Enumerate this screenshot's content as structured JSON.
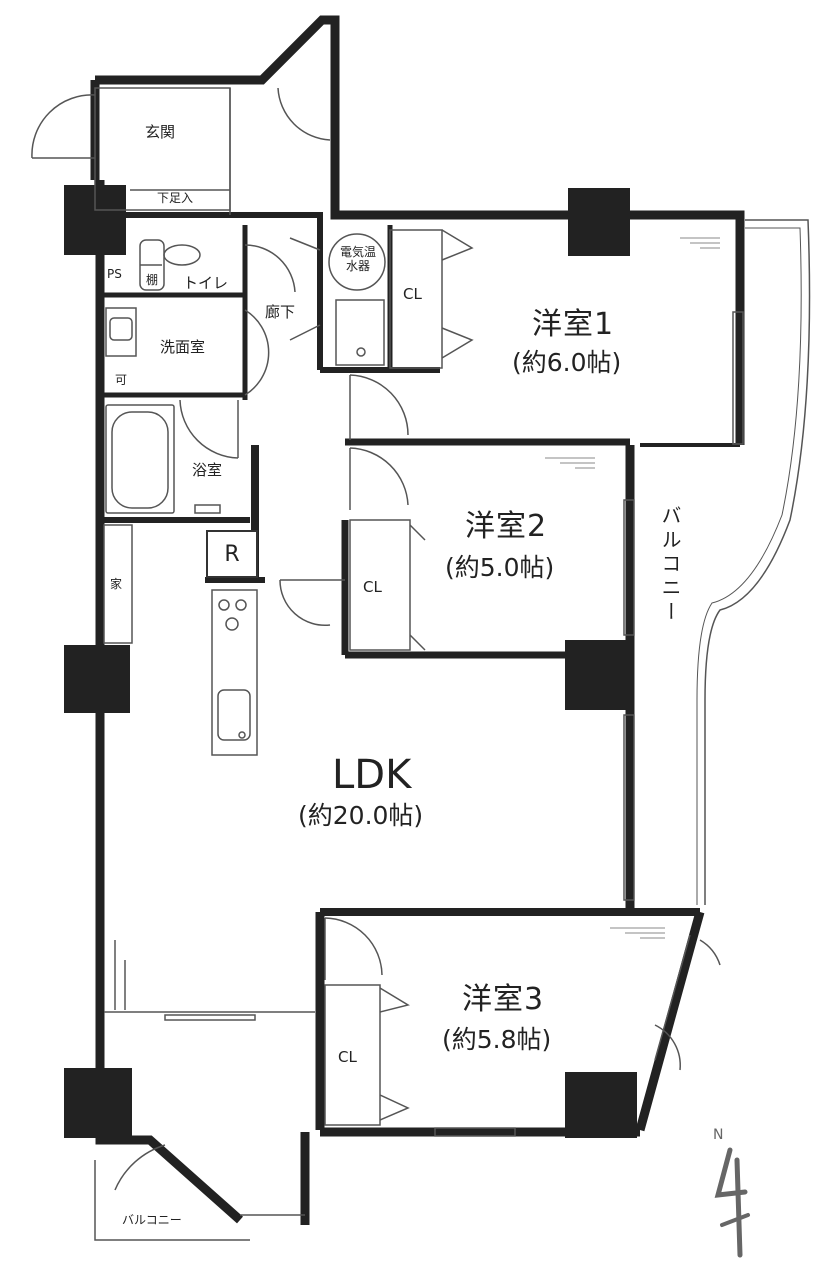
{
  "rooms": {
    "entrance": "玄関",
    "shoe_storage": "下足入",
    "ps": "PS",
    "toilet": "トイレ",
    "toilet_cabinet": "棚",
    "hallway": "廊下",
    "washroom": "洗面室",
    "washroom_small": "可",
    "bathroom": "浴室",
    "refrigerator": "R",
    "appliance": "家",
    "water_heater": "電気温水器",
    "cl1": "CL",
    "cl2": "CL",
    "cl3": "CL",
    "western1": {
      "name": "洋室1",
      "area": "(約6.0帖)"
    },
    "western2": {
      "name": "洋室2",
      "area": "(約5.0帖)"
    },
    "western3": {
      "name": "洋室3",
      "area": "(約5.8帖)"
    },
    "ldk": {
      "name": "LDK",
      "area": "(約20.0帖)"
    },
    "balcony_east": "バルコニー",
    "balcony_south": "バルコニー"
  },
  "compass": {
    "label": "N"
  },
  "colors": {
    "wall": "#222222",
    "line": "#555555"
  }
}
